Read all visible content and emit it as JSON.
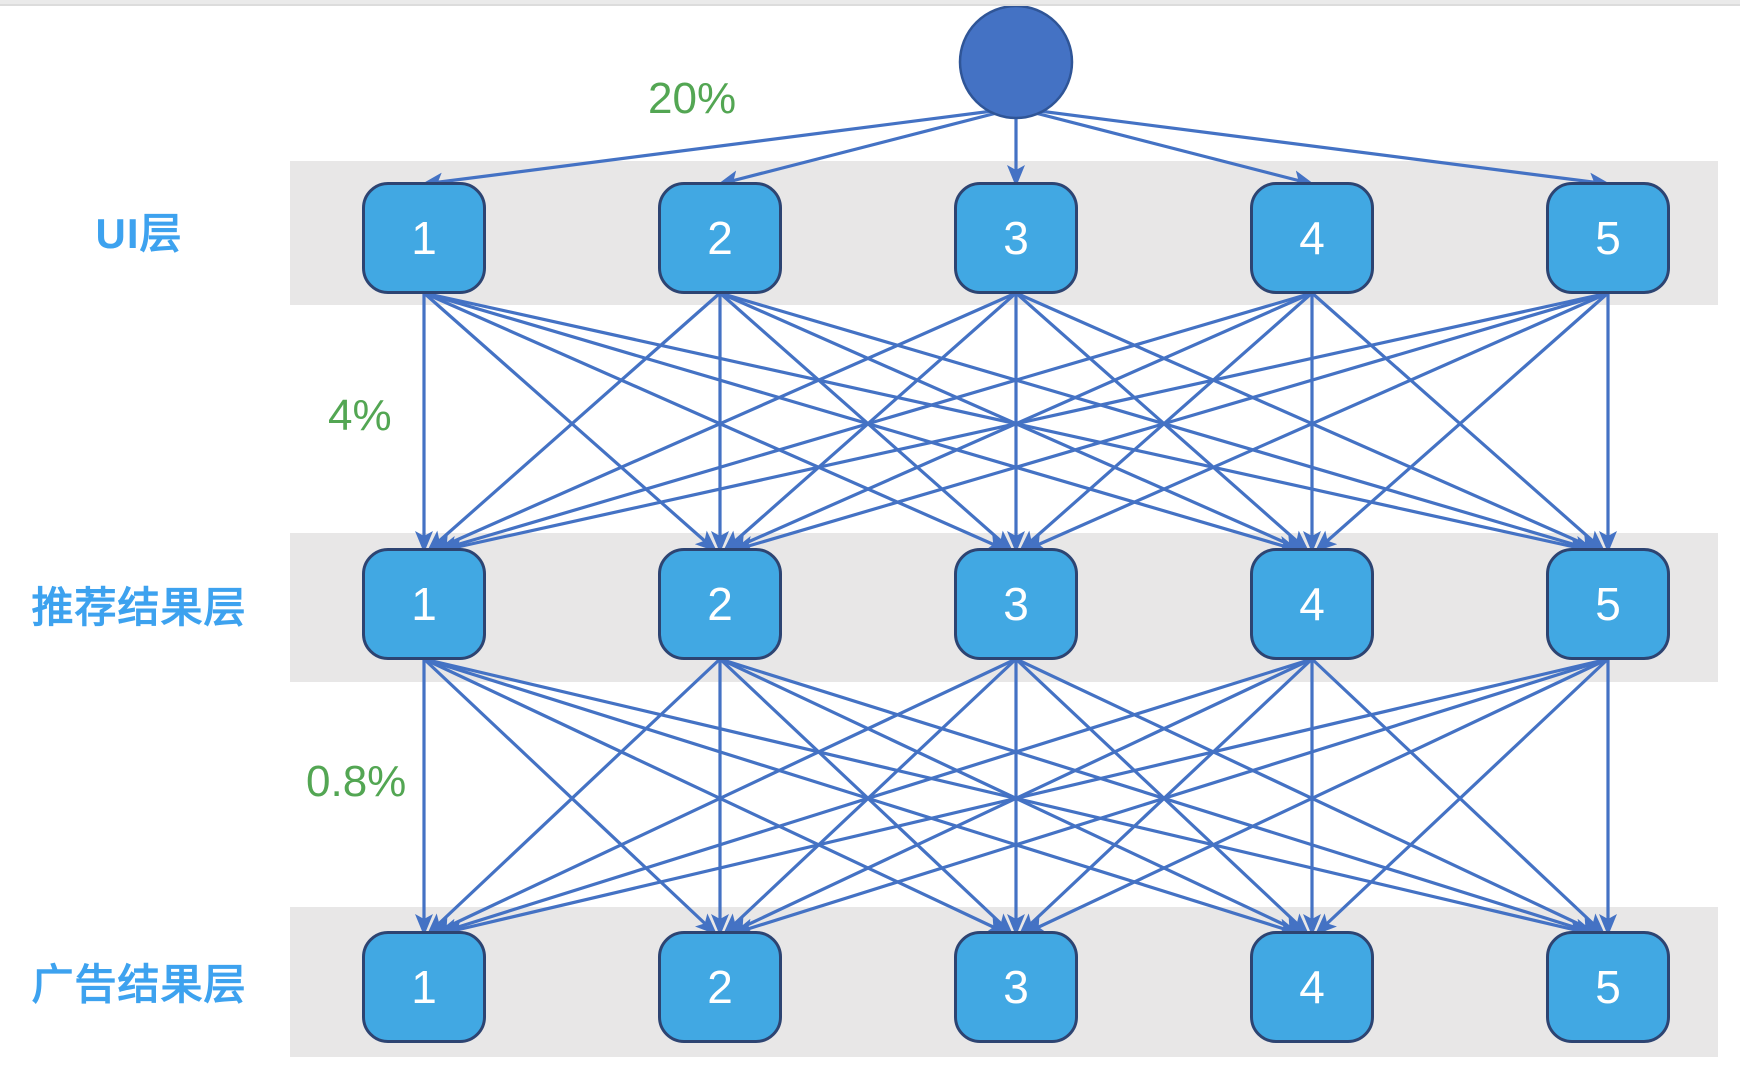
{
  "colors": {
    "accent_blue": "#4472c4",
    "circle_fill": "#4472c4",
    "circle_border": "#2f5597",
    "node_fill": "#41a8e3",
    "node_border": "#2d4472",
    "label_blue": "#3da2ef",
    "label_green": "#53a653",
    "band_gray": "#e8e7e7"
  },
  "diagram": {
    "rates": {
      "root_to_ui": "20%",
      "ui_to_recommend": "4%",
      "recommend_to_ad": "0.8%"
    },
    "layers": [
      {
        "label": "UI层",
        "nodes": [
          "1",
          "2",
          "3",
          "4",
          "5"
        ]
      },
      {
        "label": "推荐结果层",
        "nodes": [
          "1",
          "2",
          "3",
          "4",
          "5"
        ]
      },
      {
        "label": "广告结果层",
        "nodes": [
          "1",
          "2",
          "3",
          "4",
          "5"
        ]
      }
    ]
  }
}
